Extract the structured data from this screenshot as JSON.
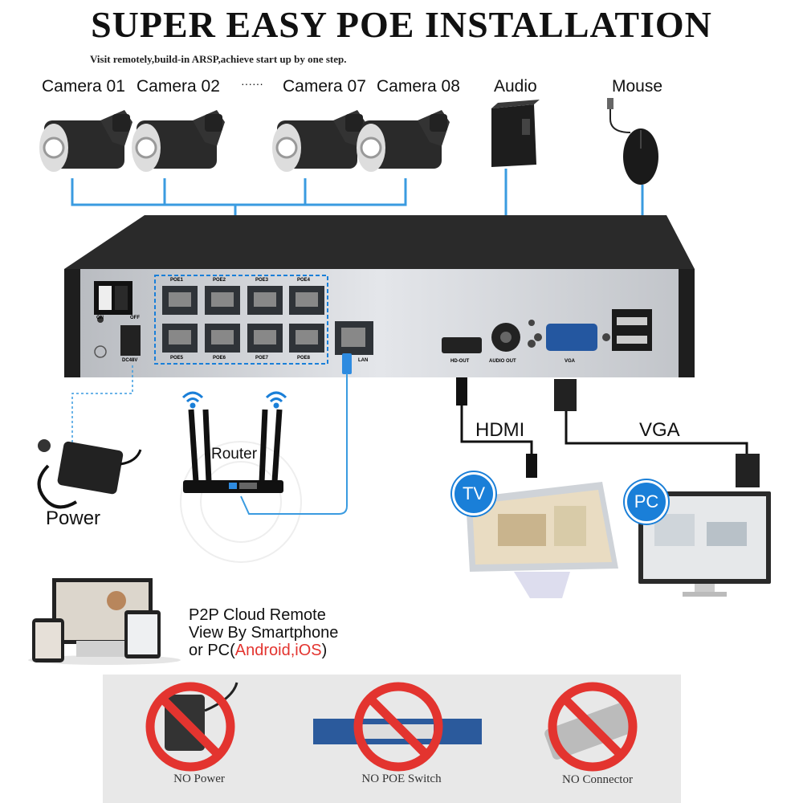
{
  "title": "SUPER EASY POE INSTALLATION",
  "subtitle": "Visit remotely,build-in ARSP,achieve start up by one step.",
  "cameras": {
    "c1": "Camera 01",
    "c2": "Camera 02",
    "dots": "······",
    "c7": "Camera 07",
    "c8": "Camera 08"
  },
  "audio": "Audio",
  "mouse": "Mouse",
  "nvr": {
    "poe_ports_top": [
      "POE1",
      "POE2",
      "POE3",
      "POE4"
    ],
    "poe_ports_bottom": [
      "POE5",
      "POE6",
      "POE7",
      "POE8"
    ],
    "on": "ON",
    "off": "OFF",
    "dc": "DC48V",
    "lan": "LAN",
    "hdout": "HD-OUT",
    "audioout": "AUDIO OUT",
    "vga": "VGA"
  },
  "router": "Router",
  "power": "Power",
  "hdmi": "HDMI",
  "vga_cable": "VGA",
  "tv": "TV",
  "pc": "PC",
  "p2p": {
    "line1": "P2P Cloud Remote",
    "line2": "View By Smartphone",
    "line3_prefix": "or PC(",
    "line3_red": "Android,iOS",
    "line3_suffix": ")"
  },
  "no_items": {
    "power": "NO Power",
    "switch": "NO POE Switch",
    "connector": "NO Connector"
  },
  "colors": {
    "accent": "#1a7fd8",
    "prohibit": "#e3342f",
    "cable": "#3a9be0"
  }
}
